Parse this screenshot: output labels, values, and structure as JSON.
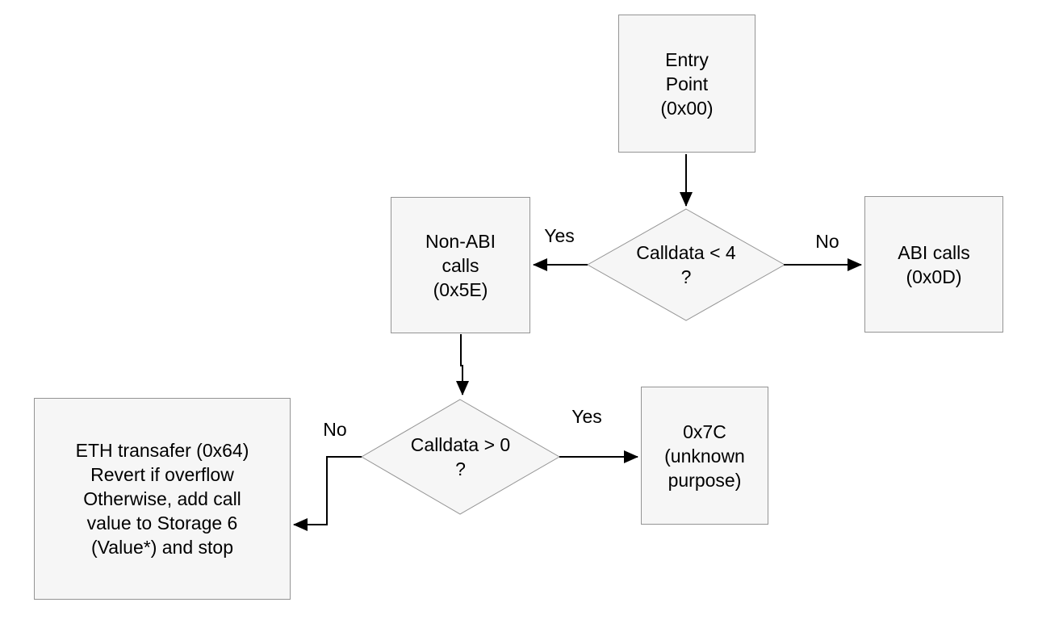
{
  "diagram": {
    "type": "flowchart",
    "nodes": {
      "entry_point": {
        "label": "Entry\nPoint\n(0x00)"
      },
      "decision_calldata_lt_4": {
        "label": "Calldata < 4\n?"
      },
      "non_abi_calls": {
        "label": "Non-ABI\ncalls\n(0x5E)"
      },
      "abi_calls": {
        "label": "ABI calls\n(0x0D)"
      },
      "decision_calldata_gt_0": {
        "label": "Calldata > 0\n?"
      },
      "eth_transfer": {
        "label": "ETH transafer (0x64)\nRevert if overflow\nOtherwise, add call\nvalue to Storage 6\n(Value*) and stop"
      },
      "unknown_0x7c": {
        "label": "0x7C\n(unknown\npurpose)"
      }
    },
    "edge_labels": {
      "decision1_yes": "Yes",
      "decision1_no": "No",
      "decision2_yes": "Yes",
      "decision2_no": "No"
    },
    "colors": {
      "background": "#ffffff",
      "node_fill": "#f6f6f6",
      "node_border": "#949494",
      "arrow": "#000000",
      "text": "#000000"
    }
  }
}
